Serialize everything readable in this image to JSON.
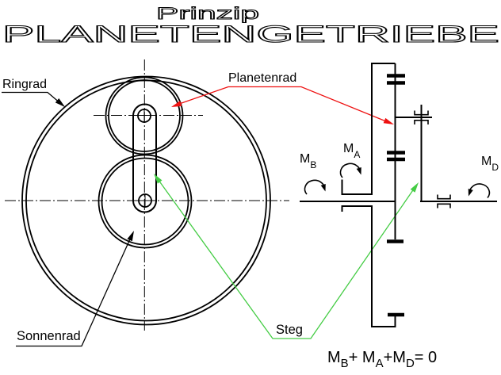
{
  "title": {
    "line1": "Prinzip",
    "line2": "PLANETENGETRIEBE"
  },
  "left_diagram": {
    "labels": {
      "ring": "Ringrad",
      "planet": "Planetenrad",
      "sun": "Sonnenrad",
      "carrier": "Steg"
    }
  },
  "schematic": {
    "moments": {
      "b": {
        "main": "M",
        "sub": "B"
      },
      "a": {
        "main": "M",
        "sub": "A"
      },
      "d": {
        "main": "M",
        "sub": "D"
      }
    },
    "equation": {
      "m1": "M",
      "s1": "B",
      "t2": "+ M",
      "s2": "A",
      "t3": "+M",
      "s3": "D",
      "t4": "= 0"
    }
  },
  "colors": {
    "line": "#000000",
    "red": "#ee1111",
    "green": "#44cc44"
  }
}
